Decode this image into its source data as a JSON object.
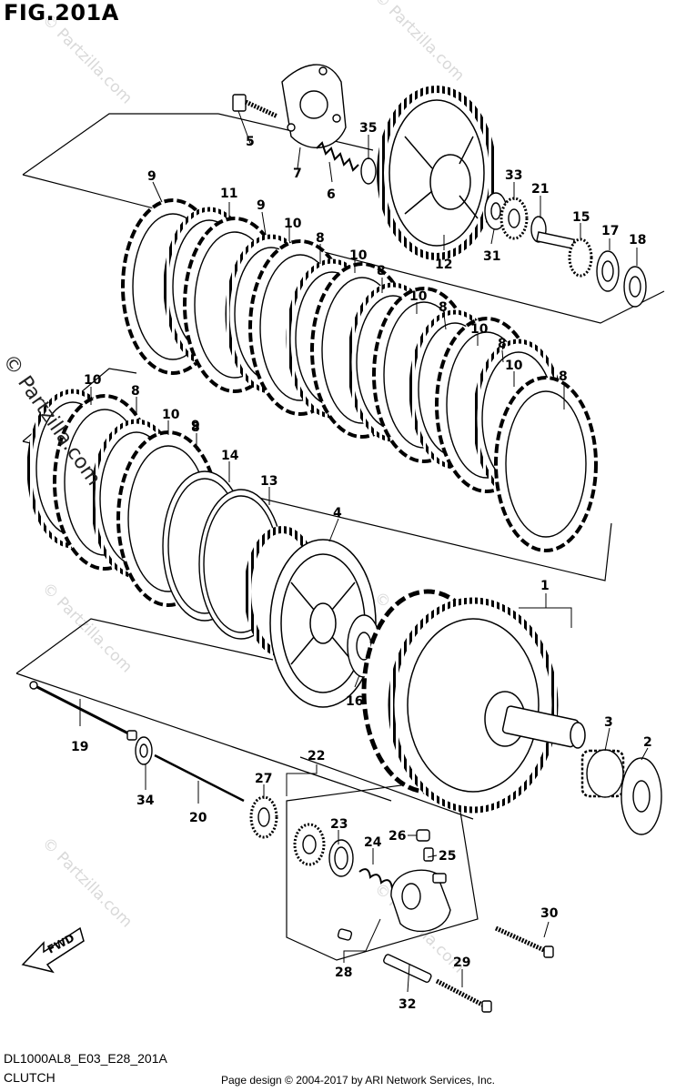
{
  "figure": {
    "title": "FIG.201A",
    "model_code": "DL1000AL8_E03_E28_201A",
    "group_name": "CLUTCH",
    "credit": "Page design © 2004-2017 by ARI Network Services, Inc.",
    "watermark_main": "© Partzilla.com",
    "watermark_faint": "© Partzilla.com",
    "direction_label": "FWD"
  },
  "callouts": [
    {
      "label": "1"
    },
    {
      "label": "2"
    },
    {
      "label": "3"
    },
    {
      "label": "4"
    },
    {
      "label": "5"
    },
    {
      "label": "6"
    },
    {
      "label": "7"
    },
    {
      "label": "8"
    },
    {
      "label": "8"
    },
    {
      "label": "8"
    },
    {
      "label": "8"
    },
    {
      "label": "8"
    },
    {
      "label": "8"
    },
    {
      "label": "8"
    },
    {
      "label": "9"
    },
    {
      "label": "9"
    },
    {
      "label": "9"
    },
    {
      "label": "10"
    },
    {
      "label": "10"
    },
    {
      "label": "10"
    },
    {
      "label": "10"
    },
    {
      "label": "10"
    },
    {
      "label": "10"
    },
    {
      "label": "10"
    },
    {
      "label": "10"
    },
    {
      "label": "11"
    },
    {
      "label": "12"
    },
    {
      "label": "13"
    },
    {
      "label": "14"
    },
    {
      "label": "15"
    },
    {
      "label": "16"
    },
    {
      "label": "17"
    },
    {
      "label": "18"
    },
    {
      "label": "19"
    },
    {
      "label": "20"
    },
    {
      "label": "21"
    },
    {
      "label": "22"
    },
    {
      "label": "23"
    },
    {
      "label": "24"
    },
    {
      "label": "25"
    },
    {
      "label": "26"
    },
    {
      "label": "27"
    },
    {
      "label": "28"
    },
    {
      "label": "29"
    },
    {
      "label": "30"
    },
    {
      "label": "31"
    },
    {
      "label": "32"
    },
    {
      "label": "33"
    },
    {
      "label": "34"
    },
    {
      "label": "35"
    }
  ]
}
